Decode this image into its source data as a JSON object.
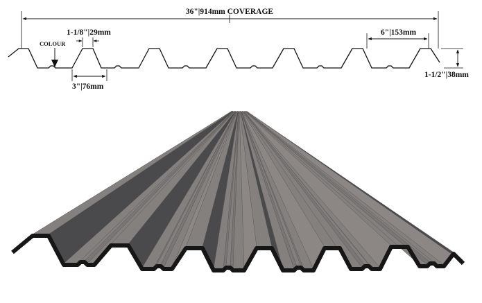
{
  "diagram": {
    "coverage_label": "36\"|914mm COVERAGE",
    "crest_width_label": "1-1/8\"|29mm",
    "colour_label": "COLOUR",
    "rib_spacing_label": "6\"|153mm",
    "rib_base_label": "3\"|76mm",
    "rib_height_label": "1-1/2\"|38mm"
  },
  "colors": {
    "line": "#111111",
    "panel_dark": "#4a4a4c",
    "panel_light": "#8c8785",
    "panel_mid": "#6e6a69",
    "panel_edge": "#161616"
  }
}
